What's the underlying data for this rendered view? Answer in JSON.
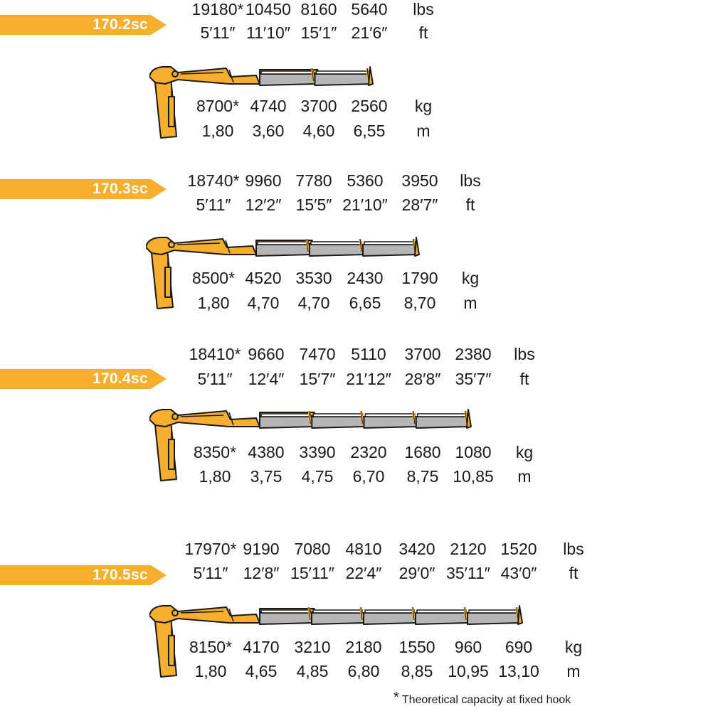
{
  "colors": {
    "accent": "#f6ae2d",
    "boom": "#f6ae2d",
    "ext_gray": "#b5b5b5",
    "outline": "#1a1a1a"
  },
  "models": [
    {
      "label": "170.2sc",
      "lbs": [
        "19180*",
        "10450",
        "8160",
        "5640"
      ],
      "ft": [
        "5′11″",
        "11′10″",
        "15′1″",
        "21′6″"
      ],
      "kg": [
        "8700*",
        "4740",
        "3700",
        "2560"
      ],
      "m": [
        "1,80",
        "3,60",
        "4,60",
        "6,55"
      ],
      "unit_lbs": "lbs",
      "unit_ft": "ft",
      "unit_kg": "kg",
      "unit_m": "m"
    },
    {
      "label": "170.3sc",
      "lbs": [
        "18740*",
        "9960",
        "7780",
        "5360",
        "3950"
      ],
      "ft": [
        "5′11″",
        "12′2″",
        "15′5″",
        "21′10″",
        "28′7″"
      ],
      "kg": [
        "8500*",
        "4520",
        "3530",
        "2430",
        "1790"
      ],
      "m": [
        "1,80",
        "4,70",
        "4,70",
        "6,65",
        "8,70"
      ],
      "unit_lbs": "lbs",
      "unit_ft": "ft",
      "unit_kg": "kg",
      "unit_m": "m"
    },
    {
      "label": "170.4sc",
      "lbs": [
        "18410*",
        "9660",
        "7470",
        "5110",
        "3700",
        "2380"
      ],
      "ft": [
        "5′11″",
        "12′4″",
        "15′7″",
        "21′12″",
        "28′8″",
        "35′7″"
      ],
      "kg": [
        "8350*",
        "4380",
        "3390",
        "2320",
        "1680",
        "1080"
      ],
      "m": [
        "1,80",
        "3,75",
        "4,75",
        "6,70",
        "8,75",
        "10,85"
      ],
      "unit_lbs": "lbs",
      "unit_ft": "ft",
      "unit_kg": "kg",
      "unit_m": "m"
    },
    {
      "label": "170.5sc",
      "lbs": [
        "17970*",
        "9190",
        "7080",
        "4810",
        "3420",
        "2120",
        "1520"
      ],
      "ft": [
        "5′11″",
        "12′8″",
        "15′11″",
        "22′4″",
        "29′0″",
        "35′11″",
        "43′0″"
      ],
      "kg": [
        "8150*",
        "4170",
        "3210",
        "2180",
        "1550",
        "960",
        "690"
      ],
      "m": [
        "1,80",
        "4,65",
        "4,85",
        "6,80",
        "8,85",
        "10,95",
        "13,10"
      ],
      "unit_lbs": "lbs",
      "unit_ft": "ft",
      "unit_kg": "kg",
      "unit_m": "m"
    }
  ],
  "footnote": {
    "symbol": "*",
    "text": "Theoretical capacity at fixed hook"
  }
}
